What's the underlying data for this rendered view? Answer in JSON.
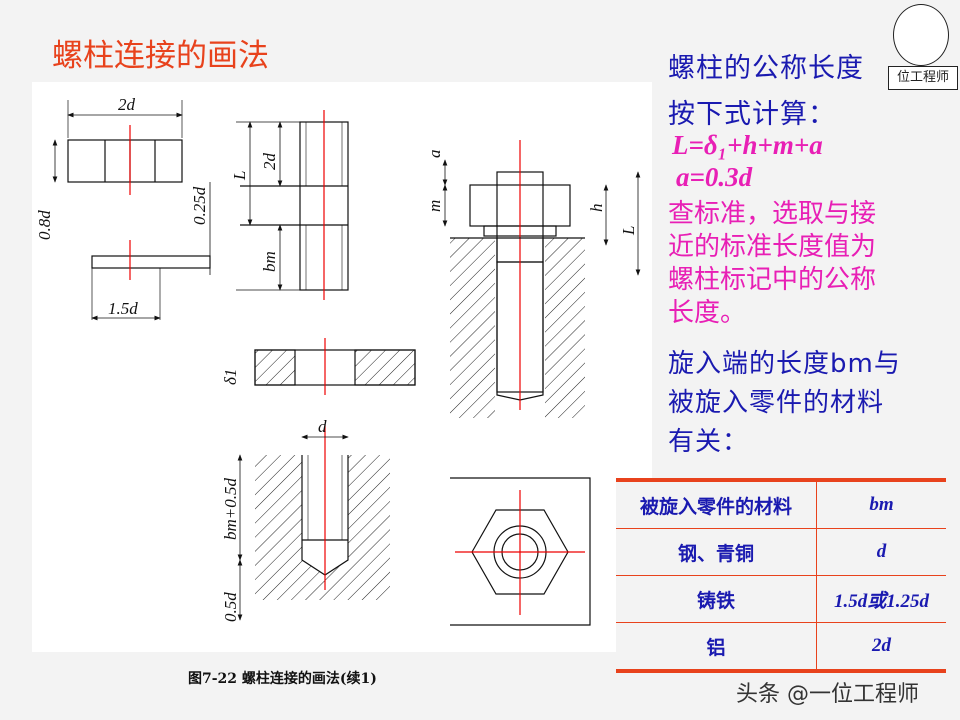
{
  "title": "螺柱连接的画法",
  "logo": {
    "text": "位工程师"
  },
  "right_text": {
    "line1": "螺柱的公称长度",
    "line2": "按下式计算：",
    "formula1": "L=δ₁+h+m+a",
    "formula2": "a=0.3d",
    "note_lines": [
      "查标准，选取与接",
      "近的标准长度值为",
      "螺柱标记中的公称",
      "长度。"
    ],
    "bm_lines": [
      "旋入端的长度bm与",
      "被旋入零件的材料",
      "有关："
    ]
  },
  "table": {
    "headers": [
      "被旋入零件的材料",
      "bm"
    ],
    "rows": [
      [
        "钢、青铜",
        "d"
      ],
      [
        "铸铁",
        "1.5d或1.25d"
      ],
      [
        "铝",
        "2d"
      ]
    ]
  },
  "drawing_labels": {
    "nut_width": "2d",
    "nut_height": "0.8d",
    "chamfer": "0.25d",
    "washer_width": "1.5d",
    "stud_L": "L",
    "stud_2d": "2d",
    "stud_bm": "bm",
    "plate": "δ1",
    "hole_d": "d",
    "hole_depth": "bm+0.5d",
    "hole_extra": "0.5d",
    "asm_a": "a",
    "asm_m": "m",
    "asm_h": "h",
    "asm_L": "L"
  },
  "caption": "图7-22   螺柱连接的画法(续1)",
  "watermark": "头条 @一位工程师",
  "colors": {
    "title": "#e8421c",
    "text": "#1a1ab0",
    "formula": "#e81fb5",
    "rule": "#e8421c"
  }
}
